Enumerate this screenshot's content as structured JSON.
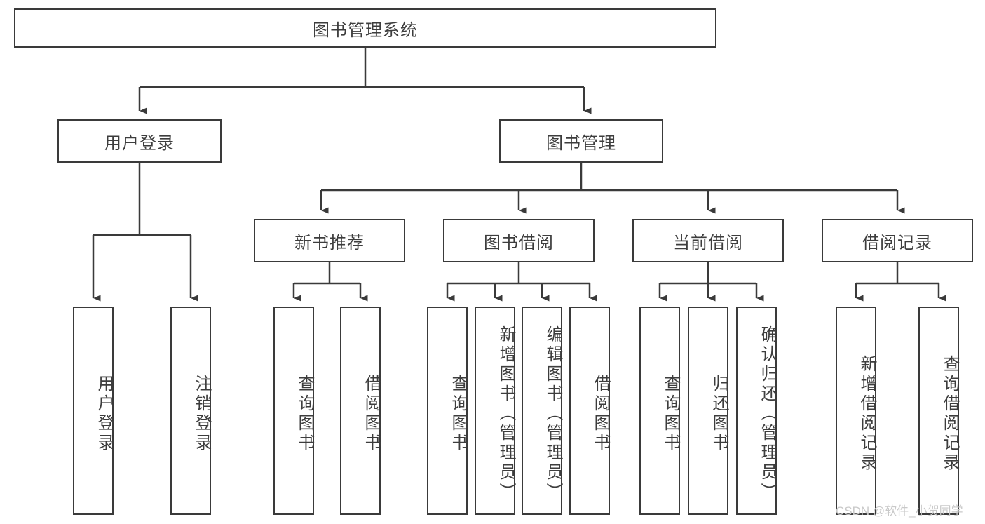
{
  "title": "图书管理系统",
  "watermark": "CSDN @软件_小贺同学",
  "style": {
    "stroke": "#3a3a3a",
    "background": "#ffffff",
    "text_color": "#3d3d3d",
    "watermark_color": "#c9c9c9"
  },
  "tree": {
    "root": {
      "label": "图书管理系统"
    },
    "level2": [
      {
        "label": "用户登录"
      },
      {
        "label": "图书管理"
      }
    ],
    "level3": [
      {
        "label": "新书推荐"
      },
      {
        "label": "图书借阅"
      },
      {
        "label": "当前借阅"
      },
      {
        "label": "借阅记录"
      }
    ],
    "leaves": {
      "user_login": [
        {
          "label": "用户登录"
        },
        {
          "label": "注销登录"
        }
      ],
      "new_book_recommend": [
        {
          "label": "查询图书"
        },
        {
          "label": "借阅图书"
        }
      ],
      "book_borrow": [
        {
          "label": "查询图书"
        },
        {
          "label": "新增图书（管理员）"
        },
        {
          "label": "编辑图书（管理员）"
        },
        {
          "label": "借阅图书"
        }
      ],
      "current_borrow": [
        {
          "label": "查询图书"
        },
        {
          "label": "归还图书"
        },
        {
          "label": "确认归还（管理员）"
        }
      ],
      "borrow_records": [
        {
          "label": "新增借阅记录"
        },
        {
          "label": "查询借阅记录"
        }
      ]
    }
  }
}
